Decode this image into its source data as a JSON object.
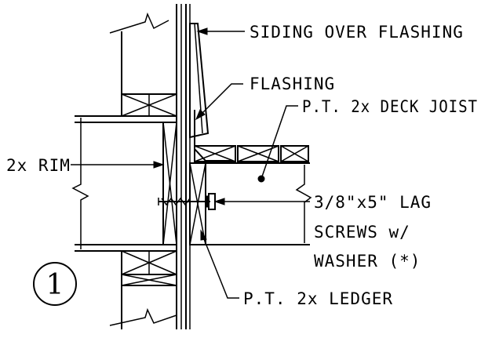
{
  "labels": {
    "siding": "SIDING OVER FLASHING",
    "flashing": "FLASHING",
    "deck_joist": "P.T. 2x DECK JOIST",
    "rim": "2x RIM",
    "lag_line1": "3/8\"x5\" LAG",
    "lag_line2": "SCREWS w/",
    "lag_line3": "WASHER (*)",
    "ledger": "P.T. 2x LEDGER"
  },
  "detail_number": "1"
}
